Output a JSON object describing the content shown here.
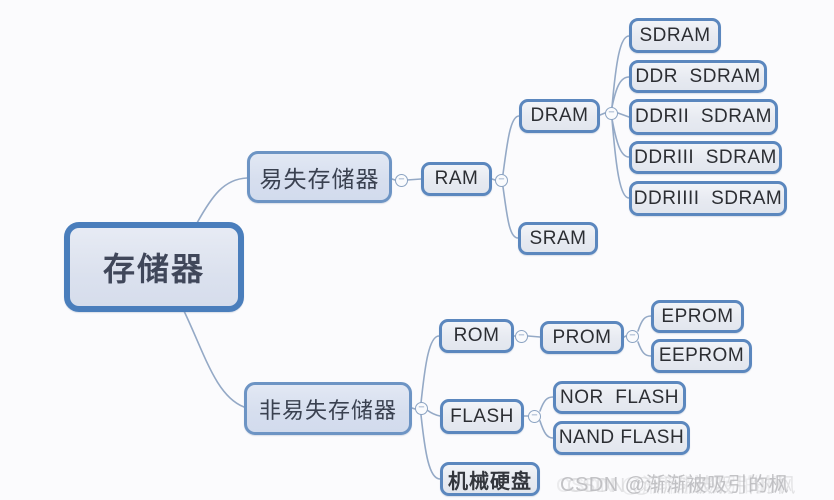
{
  "ui": {
    "collapse_glyph": "−"
  },
  "watermark": {
    "text": "CSDN @渐渐被吸引的枫"
  },
  "nodes": {
    "root": {
      "label": "存储器"
    },
    "volatile": {
      "label": "易失存储器"
    },
    "nonvolatile": {
      "label": "非易失存储器"
    },
    "ram": {
      "label": "RAM"
    },
    "dram": {
      "label": "DRAM"
    },
    "sram": {
      "label": "SRAM"
    },
    "sdram": {
      "label": "SDRAM"
    },
    "ddr_sdram": {
      "label": "DDR  SDRAM"
    },
    "ddr2_sdram": {
      "label": "DDRII  SDRAM"
    },
    "ddr3_sdram": {
      "label": "DDRIII  SDRAM"
    },
    "ddr4_sdram": {
      "label": "DDRIIII  SDRAM"
    },
    "rom": {
      "label": "ROM"
    },
    "prom": {
      "label": "PROM"
    },
    "eprom": {
      "label": "EPROM"
    },
    "eeprom": {
      "label": "EEPROM"
    },
    "flash": {
      "label": "FLASH"
    },
    "nor_flash": {
      "label": "NOR  FLASH"
    },
    "nand_flash": {
      "label": "NAND FLASH"
    },
    "hdd": {
      "label": "机械硬盘"
    }
  },
  "colors": {
    "node_border": "#5b87be",
    "root_border": "#4a7ebc",
    "branch_border": "#6d94c4",
    "connector": "#94a9c6",
    "node_fill": "#e9ecf2",
    "branch_fill": "#d8dfee",
    "text": "#2c2e33",
    "watermark": "#bcbcbf"
  }
}
